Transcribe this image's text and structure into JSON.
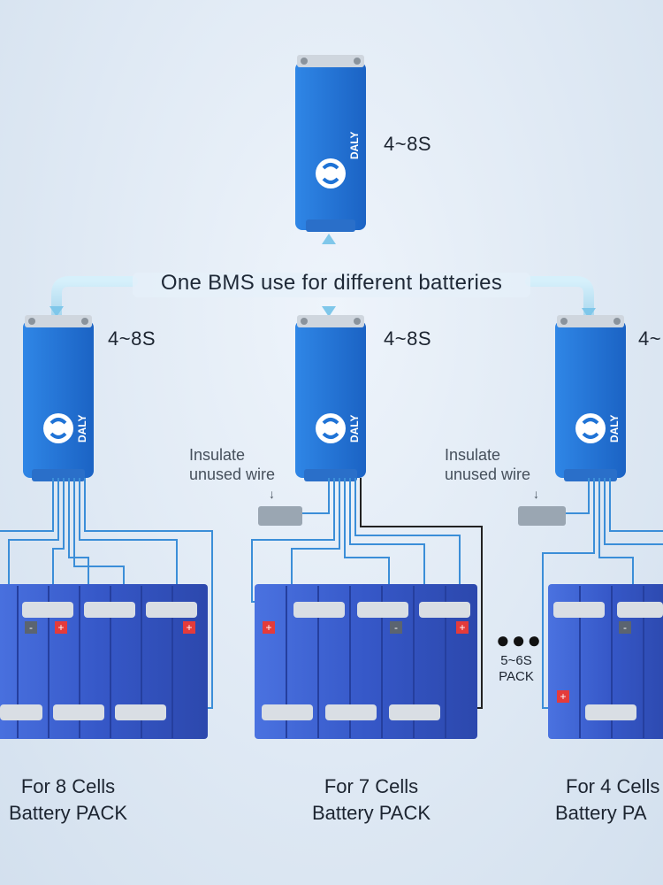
{
  "headline": "One BMS use for different batteries",
  "bms_brand": "DALY",
  "bms": [
    {
      "id": "top",
      "spec": "4~8S"
    },
    {
      "id": "left",
      "spec": "4~8S"
    },
    {
      "id": "middle",
      "spec": "4~8S"
    },
    {
      "id": "right",
      "spec": "4~"
    }
  ],
  "notes": {
    "insulate_line1": "Insulate",
    "insulate_line2": "unused wire",
    "arrow": "↓"
  },
  "packs": [
    {
      "line1": "For 8 Cells",
      "line2": "Battery PACK"
    },
    {
      "line1": "For 7 Cells",
      "line2": "Battery PACK"
    },
    {
      "line1": "For 4 Cells",
      "line2": "Battery PA"
    }
  ],
  "more": {
    "dots": "●●●",
    "line1": "5~6S",
    "line2": "PACK"
  },
  "terminals": {
    "plus": "+",
    "minus": "-"
  },
  "colors": {
    "bms_blue": "#1f73d6",
    "cell_blue": "#3a5fd0",
    "pipe": "#bfe3f5",
    "wire": "#3b8ed8",
    "plus_red": "#e43b3b"
  }
}
